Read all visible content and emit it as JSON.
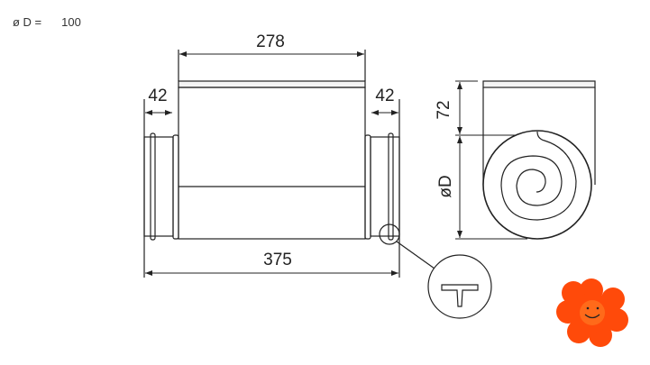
{
  "spec": {
    "label": "ø D =",
    "value": "100"
  },
  "drawing": {
    "dim_body_length": "278",
    "dim_left_spigot": "42",
    "dim_right_spigot": "42",
    "dim_total_length": "375",
    "dim_box_height": "72",
    "dim_diameter": "øD"
  },
  "colors": {
    "line": "#222222",
    "flower": "#ff4a0a",
    "flower_center": "#ff6a1a"
  }
}
